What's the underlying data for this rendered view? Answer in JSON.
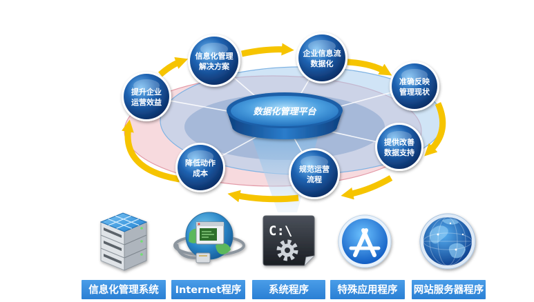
{
  "platform": {
    "label": "数据化管理平台"
  },
  "cycle_nodes": [
    {
      "lines": [
        "提升企业",
        "运营效益"
      ]
    },
    {
      "lines": [
        "信息化管理",
        "解决方案"
      ]
    },
    {
      "lines": [
        "企业信息流",
        "数据化"
      ]
    },
    {
      "lines": [
        "准确反映",
        "管理现状"
      ]
    },
    {
      "lines": [
        "提供改善",
        "数据支持"
      ]
    },
    {
      "lines": [
        "规范运营",
        "流程"
      ]
    },
    {
      "lines": [
        "降低动作",
        "成本"
      ]
    }
  ],
  "programs": [
    {
      "label": "信息化管理系统",
      "icon": "server-stack-icon"
    },
    {
      "label": "Internet程序",
      "icon": "network-globe-icon"
    },
    {
      "label": "系统程序",
      "icon": "command-prompt-icon",
      "icon_text": "C:\\"
    },
    {
      "label": "特殊应用程序",
      "icon": "app-store-icon"
    },
    {
      "label": "网站服务器程序",
      "icon": "web-globe-icon"
    }
  ],
  "colors": {
    "arrow": "#f6c400",
    "label_bar": "#2a7fd4",
    "node_sphere": "#1f63b2",
    "platform": "#2170bd",
    "ring_pink": "#f3c6cd",
    "ring_blue": "#a9cdee"
  }
}
